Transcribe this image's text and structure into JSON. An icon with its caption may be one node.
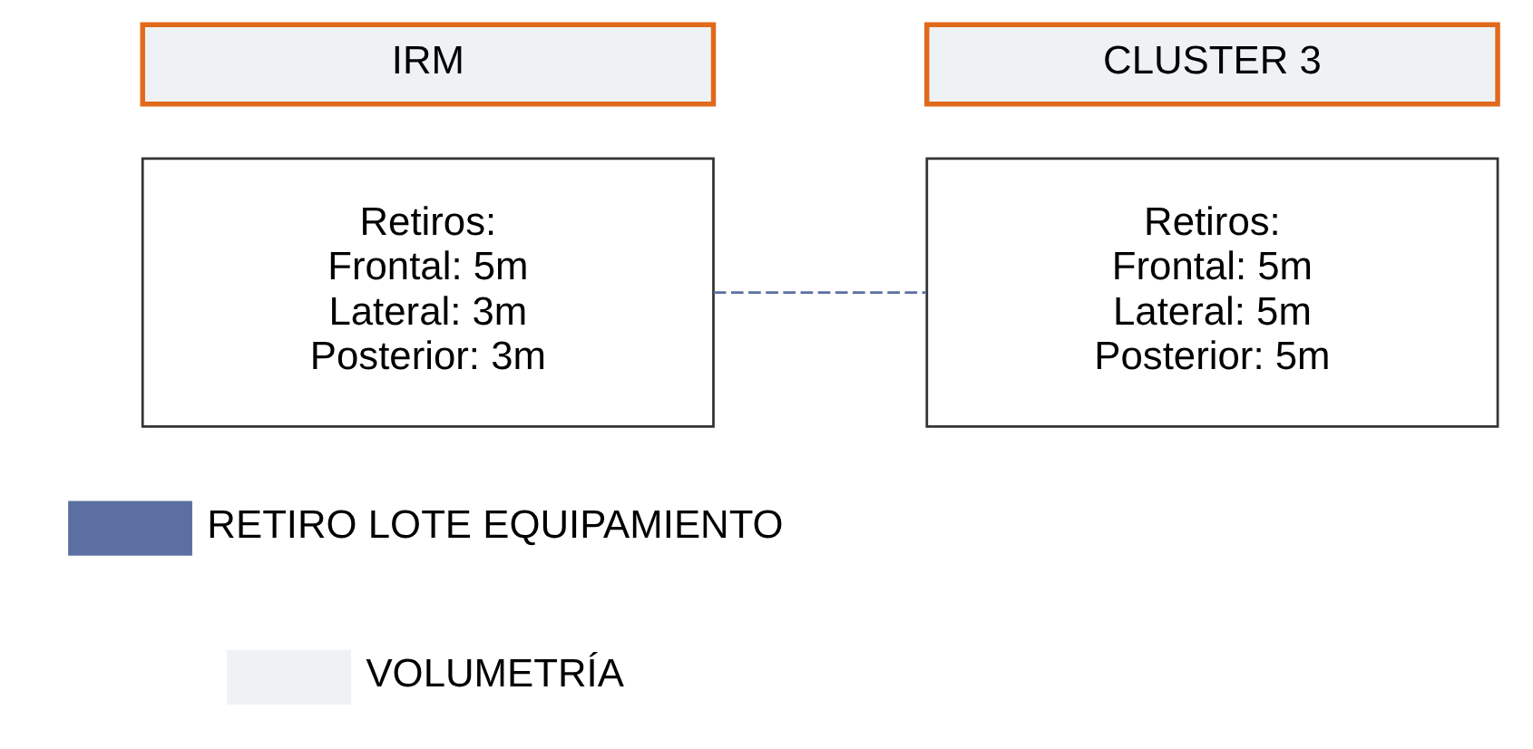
{
  "diagram": {
    "nodes": [
      {
        "text": [
          "IRM"
        ]
      },
      {
        "text": [
          "CLUSTER 3"
        ]
      },
      {
        "text": [
          "Retiros:",
          "Frontal: 5m",
          "Lateral: 3m",
          "Posterior: 3m"
        ]
      },
      {
        "text": [
          "Retiros:",
          "Frontal: 5m",
          "Lateral: 5m",
          "Posterior: 5m"
        ]
      }
    ],
    "edges": [
      {
        "from": 2,
        "to": 3,
        "arrow": "none",
        "style": "dashed"
      }
    ],
    "legend": [
      {
        "text": "RETIRO LOTE EQUIPAMIENTO",
        "color": "#5b6fa3"
      },
      {
        "text": "VOLUMETRÍA",
        "color": "#eef2f5"
      }
    ]
  }
}
